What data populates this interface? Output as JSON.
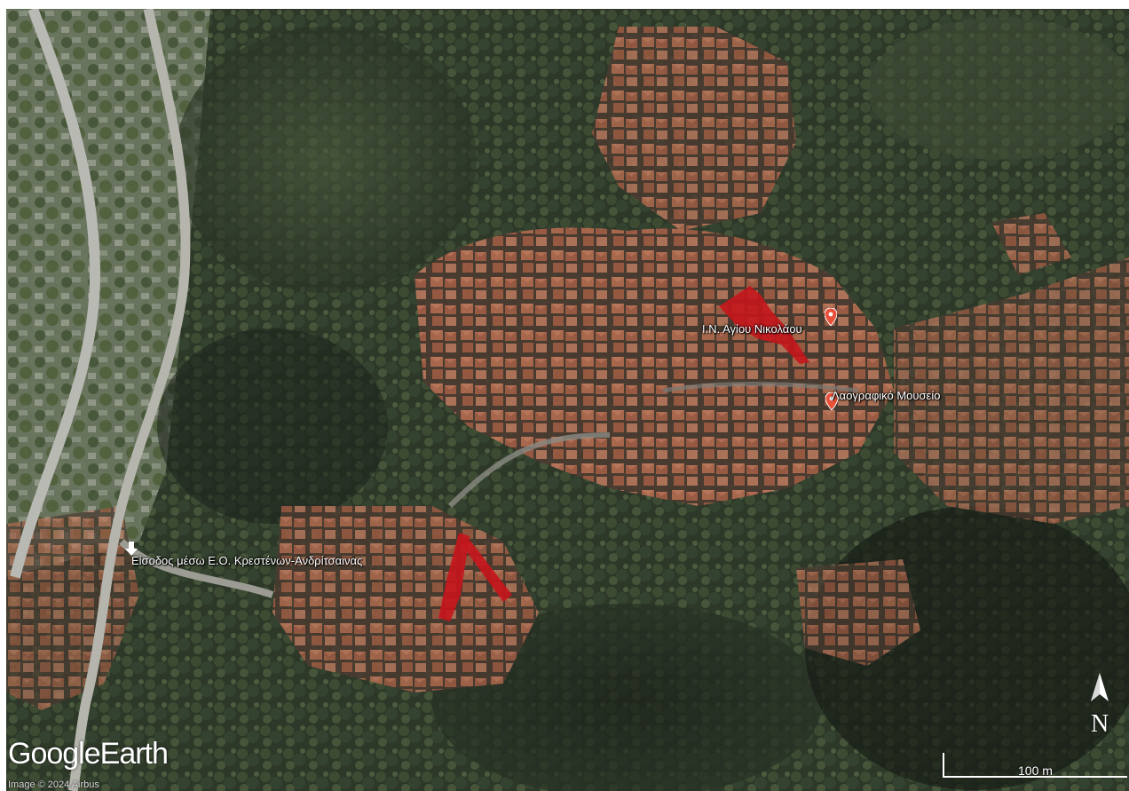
{
  "map": {
    "labels": {
      "church": "Ι.Ν. Αγίου Νικολάου",
      "museum": "Λαογραφικό Μουσείο",
      "entrance": "Είσοδος μέσω Ε.Ο. Κρεστένων-Ανδρίτσαινας"
    },
    "branding": {
      "logo_word1": "Google",
      "logo_word2": "Earth",
      "credit": "Image © 2024 Airbus"
    },
    "scale_label": "100 m",
    "north_label": "N",
    "colors": {
      "highlight": "#c4161c",
      "pin": "#e8503a",
      "vegetation": "#2f3a2a",
      "roofs": "#b06a4e",
      "road": "#b9b9b4"
    }
  }
}
